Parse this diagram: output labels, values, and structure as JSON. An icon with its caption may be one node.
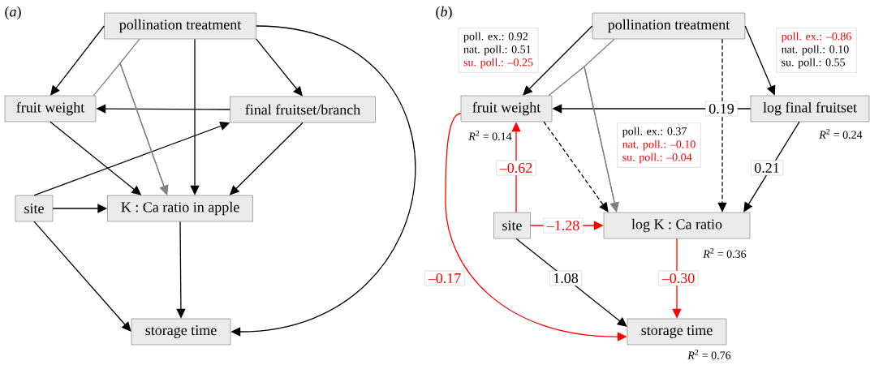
{
  "diagram": {
    "nodes": [
      {
        "text": [
          "pollination treatment"
        ]
      },
      {
        "text": [
          "fruit weight"
        ]
      },
      {
        "text": [
          "final fruitset/branch"
        ]
      },
      {
        "text": [
          "site"
        ]
      },
      {
        "text": [
          "K : Ca ratio in apple"
        ]
      },
      {
        "text": [
          "storage time"
        ]
      },
      {
        "text": [
          "pollination treatment"
        ]
      },
      {
        "text": [
          "fruit weight"
        ],
        "beside": [
          "*R*$^{2}$ = 0.14"
        ]
      },
      {
        "text": [
          "log final fruitset"
        ],
        "beside": [
          "*R*$^{2}$ = 0.24"
        ]
      },
      {
        "text": [
          "site"
        ]
      },
      {
        "text": [
          "log K : Ca ratio"
        ],
        "beside": [
          "*R*$^{2}$ = 0.36"
        ]
      },
      {
        "text": [
          "storage time"
        ],
        "beside": [
          "*R*$^{2}$ = 0.76"
        ]
      },
      {
        "text": [
          "poll. ex.: 0.92",
          "nat. poll.: 0.51",
          "su. poll.: –0.25"
        ]
      },
      {
        "text": [
          "poll. ex.: –0.86",
          "nat. poll.: 0.10",
          "su. poll.: 0.55"
        ]
      },
      {
        "text": [
          "poll. ex.: 0.37",
          "nat. poll.: –0.10",
          "su. poll.: –0.04"
        ]
      }
    ],
    "edges": [
      {
        "from": 0,
        "to": 1,
        "arrow": "to"
      },
      {
        "from": 0,
        "to": 2,
        "arrow": "to"
      },
      {
        "from": 0,
        "to": 4,
        "arrow": "to"
      },
      {
        "from": 0,
        "to": 5,
        "arrow": "to"
      },
      {
        "from": 2,
        "to": 1,
        "arrow": "to"
      },
      {
        "from": 1,
        "to": 4,
        "arrow": "to"
      },
      {
        "from": 2,
        "to": 4,
        "arrow": "to"
      },
      {
        "from": 3,
        "to": 2,
        "arrow": "to"
      },
      {
        "from": 3,
        "to": 4,
        "arrow": "to"
      },
      {
        "from": 3,
        "to": 5,
        "arrow": "to"
      },
      {
        "from": 4,
        "to": 5,
        "arrow": "to"
      },
      {
        "from": 0,
        "to": 4,
        "arrow": "to",
        "color": "#808080"
      },
      {
        "from": 1,
        "to": 4,
        "arrow": "to",
        "color": "#808080"
      },
      {
        "from": 6,
        "to": 7,
        "arrow": "to"
      },
      {
        "from": 6,
        "to": 8,
        "arrow": "to"
      },
      {
        "from": 6,
        "to": 10,
        "arrow": "to",
        "style": "dashed"
      },
      {
        "from": 8,
        "to": 7,
        "arrow": "to",
        "label": "0.19"
      },
      {
        "from": 7,
        "to": 10,
        "arrow": "to",
        "style": "dashed"
      },
      {
        "from": 6,
        "to": 10,
        "arrow": "to",
        "color": "#808080"
      },
      {
        "from": 7,
        "to": 10,
        "arrow": "to",
        "color": "#808080"
      },
      {
        "from": 8,
        "to": 10,
        "arrow": "to",
        "label": "0.21"
      },
      {
        "from": 9,
        "to": 7,
        "arrow": "to",
        "label": "–0.62",
        "color": "#ff0000"
      },
      {
        "from": 9,
        "to": 10,
        "arrow": "to",
        "label": "–1.28",
        "color": "#ff0000"
      },
      {
        "from": 9,
        "to": 11,
        "arrow": "to",
        "label": "1.08"
      },
      {
        "from": 10,
        "to": 11,
        "arrow": "to",
        "label": "–0.30",
        "color": "#ff0000"
      },
      {
        "from": 7,
        "to": 11,
        "arrow": "to",
        "label": "–0.17",
        "color": "#ff0000"
      }
    ],
    "labels": [
      "(*a*)",
      "(*b*)"
    ]
  }
}
